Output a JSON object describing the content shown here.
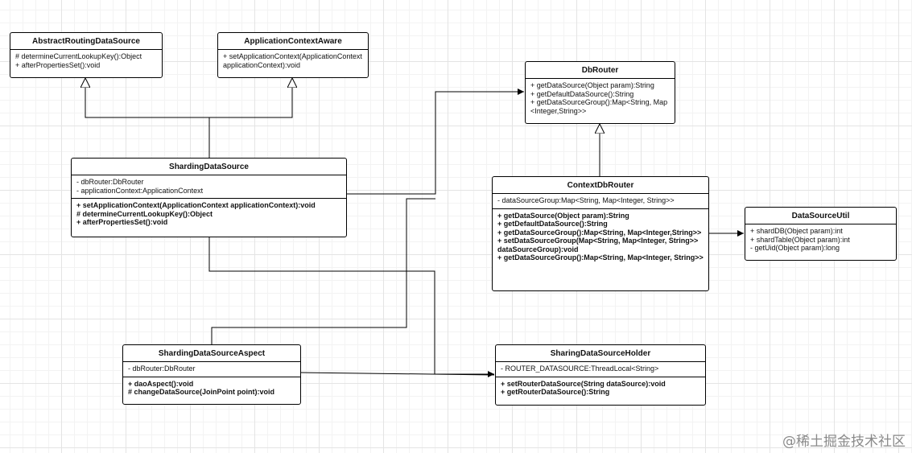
{
  "classes": {
    "abstract_routing": {
      "title": "AbstractRoutingDataSource",
      "sections": [
        {
          "bold": false,
          "lines": [
            "# determineCurrentLookupKey():Object",
            "+ afterPropertiesSet():void"
          ]
        }
      ]
    },
    "app_context_aware": {
      "title": "ApplicationContextAware",
      "sections": [
        {
          "bold": false,
          "lines": [
            "+ setApplicationContext(ApplicationContext applicationContext):void"
          ]
        }
      ]
    },
    "db_router": {
      "title": "DbRouter",
      "sections": [
        {
          "bold": false,
          "lines": [
            "+ getDataSource(Object param):String",
            "+ getDefaultDataSource():String",
            "+ getDataSourceGroup():Map<String, Map<Integer,String>>"
          ]
        }
      ]
    },
    "sharding_ds": {
      "title": "ShardingDataSource",
      "sections": [
        {
          "bold": false,
          "lines": [
            "- dbRouter:DbRouter",
            "- applicationContext:ApplicationContext"
          ]
        },
        {
          "bold": true,
          "lines": [
            "+ setApplicationContext(ApplicationContext applicationContext):void",
            "# determineCurrentLookupKey():Object",
            "+ afterPropertiesSet():void"
          ]
        }
      ]
    },
    "context_db_router": {
      "title": "ContextDbRouter",
      "sections": [
        {
          "bold": false,
          "lines": [
            "- dataSourceGroup:Map<String, Map<Integer, String>>"
          ]
        },
        {
          "bold": true,
          "lines": [
            "+ getDataSource(Object param):String",
            "+ getDefaultDataSource():String",
            "+ getDataSourceGroup():Map<String, Map<Integer,String>>",
            "+ setDataSourceGroup(Map<String, Map<Integer, String>> dataSourceGroup):void",
            "+ getDataSourceGroup():Map<String, Map<Integer, String>>"
          ]
        }
      ]
    },
    "datasource_util": {
      "title": "DataSourceUtil",
      "sections": [
        {
          "bold": false,
          "lines": [
            "+ shardDB(Object param):int",
            "+ shardTable(Object param):int",
            "- getUid(Object param):long"
          ]
        }
      ]
    },
    "sharding_aspect": {
      "title": "ShardingDataSourceAspect",
      "sections": [
        {
          "bold": false,
          "lines": [
            "- dbRouter:DbRouter"
          ]
        },
        {
          "bold": true,
          "lines": [
            "+ daoAspect():void",
            "# changeDataSource(JoinPoint point):void"
          ]
        }
      ]
    },
    "sharing_holder": {
      "title": "SharingDataSourceHolder",
      "sections": [
        {
          "bold": false,
          "lines": [
            "- ROUTER_DATASOURCE:ThreadLocal<String>"
          ]
        },
        {
          "bold": true,
          "lines": [
            "+ setRouterDataSource(String dataSource):void",
            "+ getRouterDataSource():String"
          ]
        }
      ]
    }
  },
  "watermark": "@稀土掘金技术社区"
}
